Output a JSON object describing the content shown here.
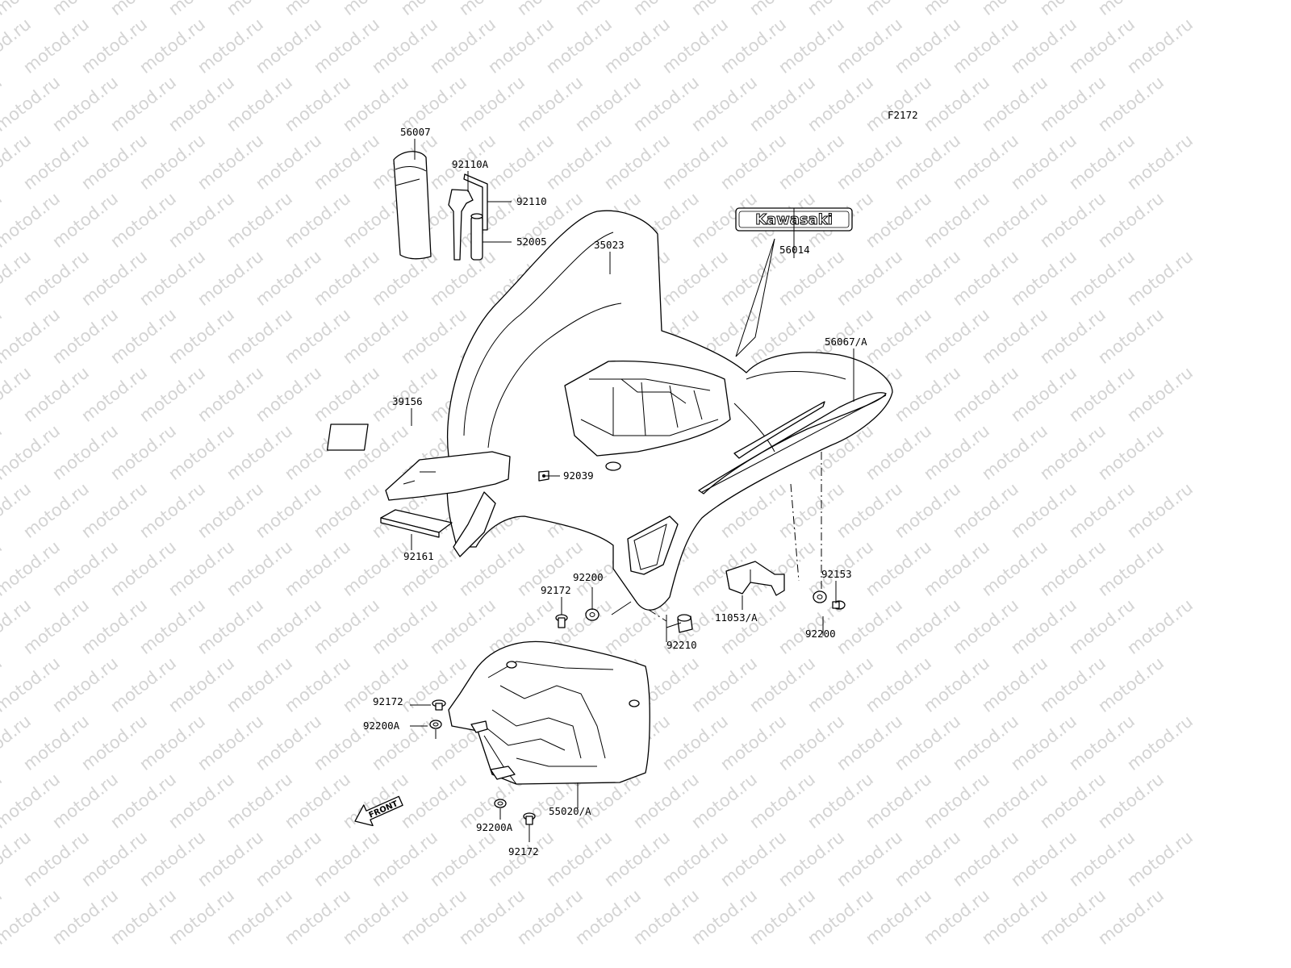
{
  "figure_code": "F2172",
  "watermark": {
    "text": "motod.ru"
  },
  "emblem_text": "Kawasaki",
  "front_arrow_text": "FRONT",
  "callouts": [
    {
      "id": "c56007",
      "text": "56007"
    },
    {
      "id": "c92110a",
      "text": "92110A"
    },
    {
      "id": "c92110",
      "text": "92110"
    },
    {
      "id": "c52005",
      "text": "52005"
    },
    {
      "id": "c35023",
      "text": "35023"
    },
    {
      "id": "c56014",
      "text": "56014"
    },
    {
      "id": "c56067a",
      "text": "56067/A"
    },
    {
      "id": "c39156",
      "text": "39156"
    },
    {
      "id": "c92039",
      "text": "92039"
    },
    {
      "id": "c92161",
      "text": "92161"
    },
    {
      "id": "c92200a",
      "text": "92200"
    },
    {
      "id": "c92172a",
      "text": "92172"
    },
    {
      "id": "c92153",
      "text": "92153"
    },
    {
      "id": "c11053a",
      "text": "11053/A"
    },
    {
      "id": "c92210",
      "text": "92210"
    },
    {
      "id": "c92200b",
      "text": "92200"
    },
    {
      "id": "c92172b",
      "text": "92172"
    },
    {
      "id": "c92200Aa",
      "text": "92200A"
    },
    {
      "id": "c55020a",
      "text": "55020/A"
    },
    {
      "id": "c92200Ab",
      "text": "92200A"
    },
    {
      "id": "c92172c",
      "text": "92172"
    }
  ]
}
